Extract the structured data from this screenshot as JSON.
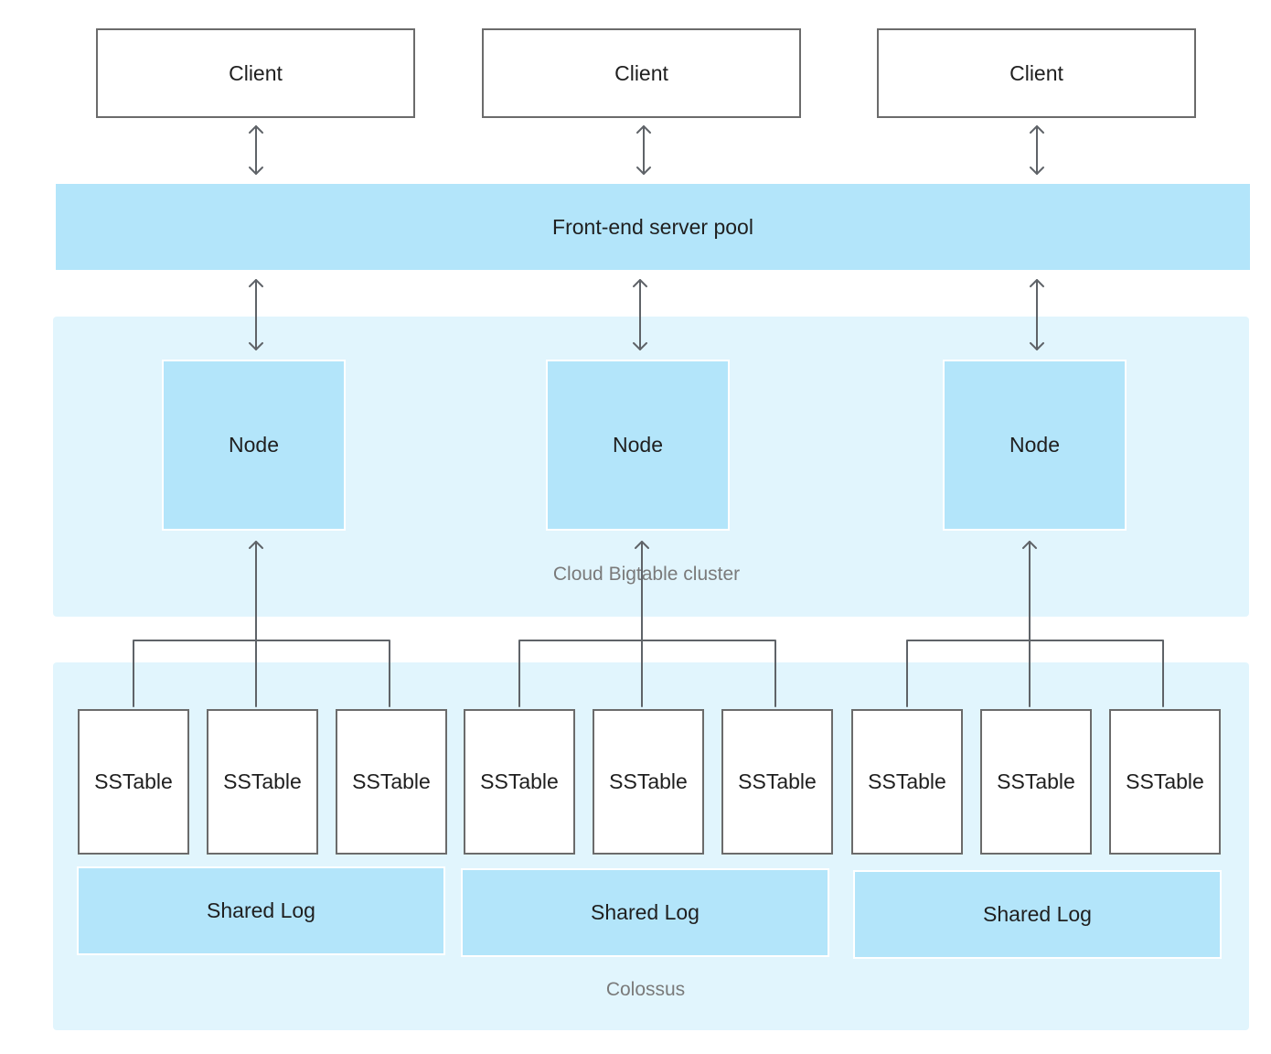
{
  "diagram": {
    "clients": [
      "Client",
      "Client",
      "Client"
    ],
    "frontend_label": "Front-end server pool",
    "cluster": {
      "label": "Cloud Bigtable cluster",
      "nodes": [
        "Node",
        "Node",
        "Node"
      ]
    },
    "storage": {
      "label": "Colossus",
      "sstables": [
        "SSTable",
        "SSTable",
        "SSTable",
        "SSTable",
        "SSTable",
        "SSTable",
        "SSTable",
        "SSTable",
        "SSTable"
      ],
      "shared_logs": [
        "Shared Log",
        "Shared Log",
        "Shared Log"
      ]
    }
  },
  "colors": {
    "frontend_fill": "#b3e5fa",
    "region_fill": "#e1f5fd",
    "box_border": "#6b6b6b",
    "connector": "#5f6368",
    "label_gray": "#7a7a7a"
  }
}
